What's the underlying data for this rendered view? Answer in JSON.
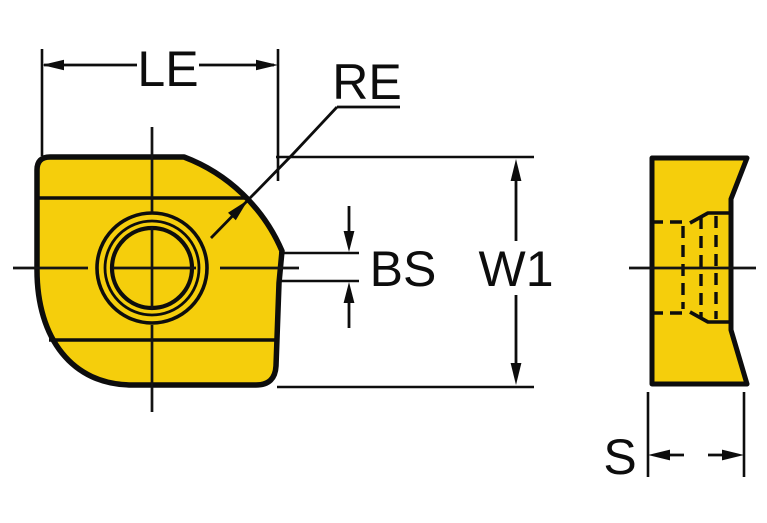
{
  "drawing": {
    "labels": {
      "le": "LE",
      "re": "RE",
      "bs": "BS",
      "w1": "W1",
      "s": "S"
    },
    "colors": {
      "insert_fill": "#F5CE0C",
      "line": "#0D0D0D",
      "hole_fill": "#FFFFFF",
      "background": "#FFFFFF"
    }
  }
}
